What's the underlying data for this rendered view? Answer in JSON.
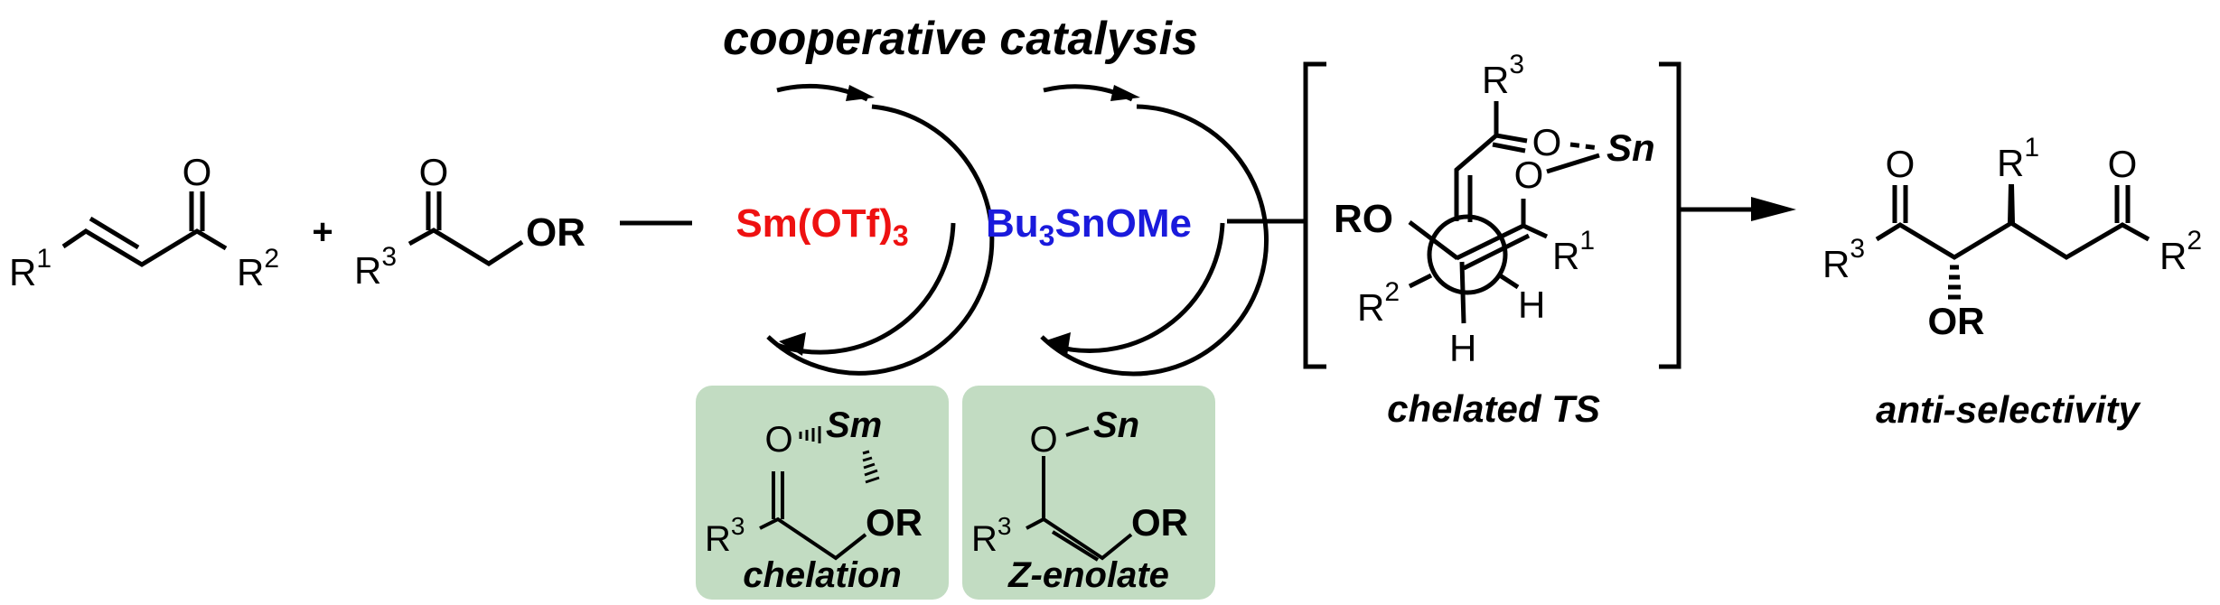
{
  "title": "cooperative catalysis",
  "colors": {
    "samarium": "#ee1111",
    "tin": "#1a1adc",
    "box_fill": "#c2dcc2",
    "ink": "#000000"
  },
  "reactants": {
    "enone": {
      "r_left": "R",
      "r_left_sup": "1",
      "oxygen": "O",
      "r_right": "R",
      "r_right_sup": "2"
    },
    "plus": "+",
    "ketone": {
      "r_left": "R",
      "r_left_sup": "3",
      "oxygen": "O",
      "substituent": "OR"
    }
  },
  "catalysts": {
    "lewis_acid": {
      "main": "Sm(OTf)",
      "sub": "3"
    },
    "tin": {
      "pre": "Bu",
      "sub": "3",
      "post": "SnOMe"
    }
  },
  "intermediates": [
    {
      "caption": "chelation",
      "metal": "Sm",
      "oxygen": "O",
      "r": "R",
      "r_sup": "3",
      "substituent": "OR"
    },
    {
      "caption": "Z-enolate",
      "metal": "Sn",
      "oxygen": "O",
      "r": "R",
      "r_sup": "3",
      "substituent": "OR"
    }
  ],
  "transition_state": {
    "caption": "chelated TS",
    "labels": {
      "r3": "R",
      "r3_sup": "3",
      "o1": "O",
      "o2": "O",
      "metal": "Sn",
      "ro": "RO",
      "r1": "R",
      "r1_sup": "1",
      "r2": "R",
      "r2_sup": "2",
      "h1": "H",
      "h2": "H"
    }
  },
  "product": {
    "caption": "anti-selectivity",
    "labels": {
      "o_left": "O",
      "o_right": "O",
      "r1": "R",
      "r1_sup": "1",
      "r2": "R",
      "r2_sup": "2",
      "r3": "R",
      "r3_sup": "3",
      "or": "OR"
    }
  }
}
